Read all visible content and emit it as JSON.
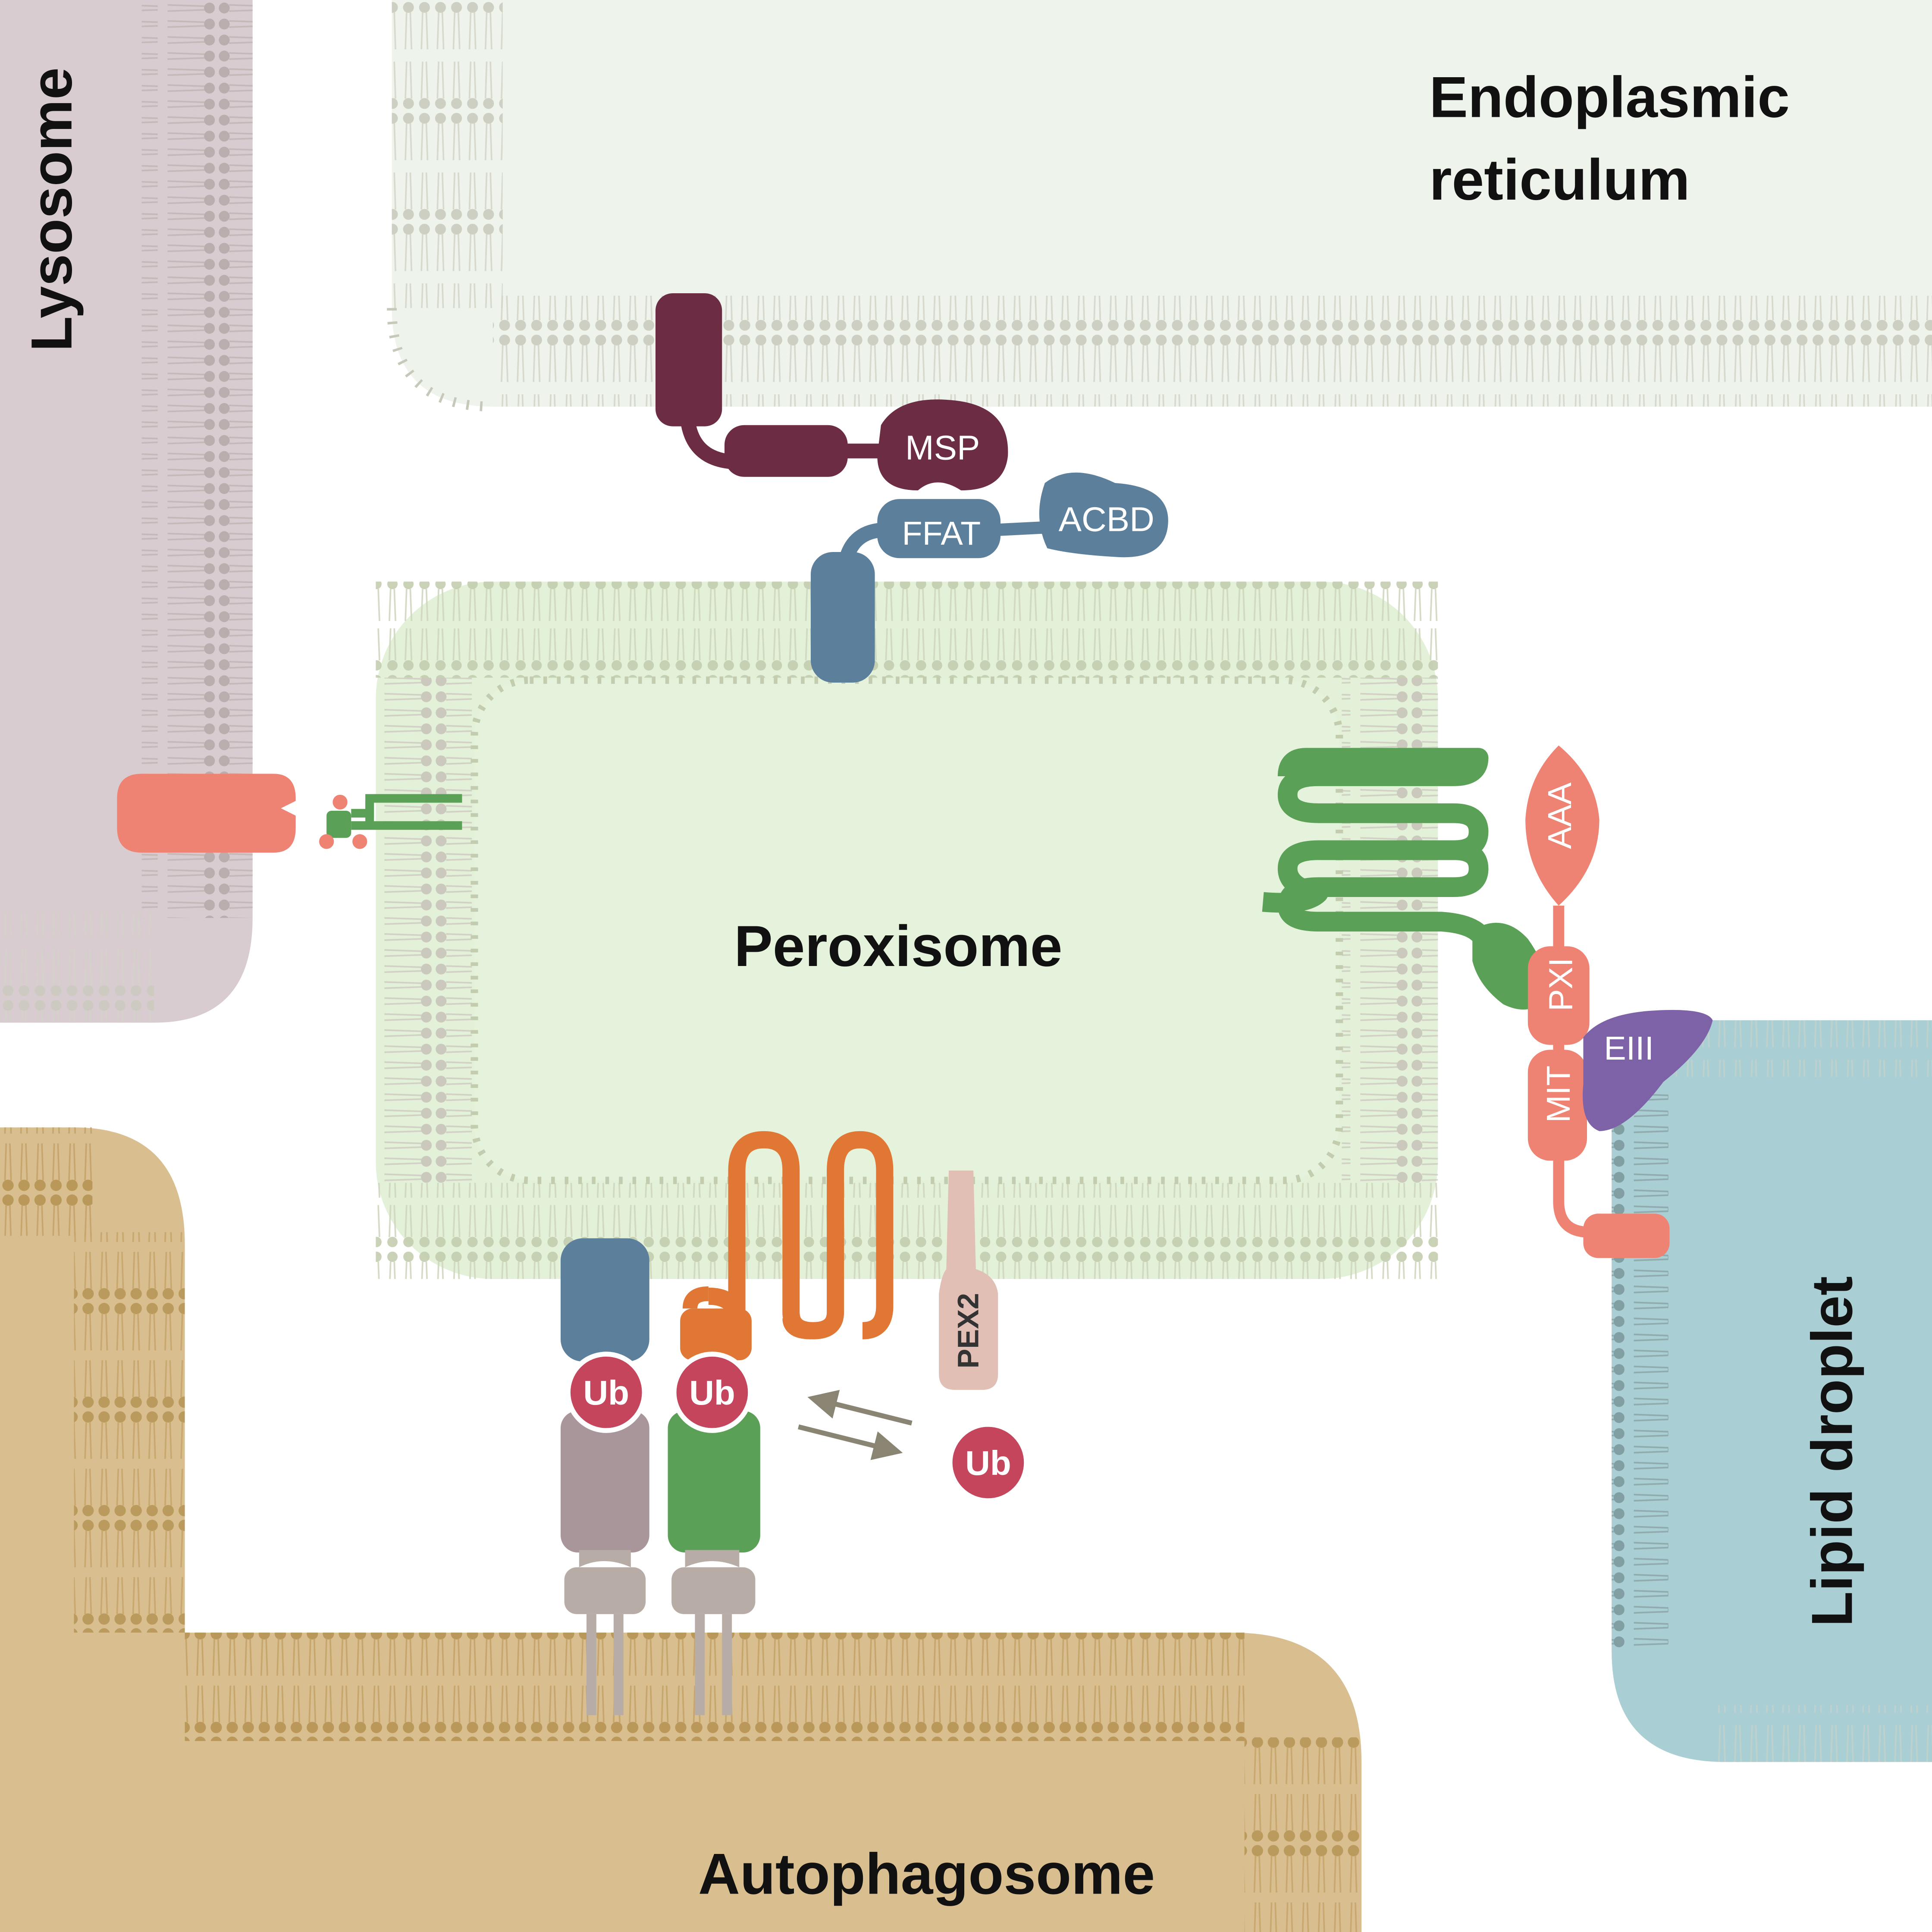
{
  "organelles": {
    "er_line1": "Endoplasmic",
    "er_line2": "reticulum",
    "lysosome": "Lysosome",
    "peroxisome": "Peroxisome",
    "lipid_droplet": "Lipid droplet",
    "autophagosome": "Autophagosome"
  },
  "proteins": {
    "msp": "MSP",
    "ffat": "FFAT",
    "acbd": "ACBD",
    "aaa": "AAA",
    "pxi": "PXI",
    "mit": "MIT",
    "eiii": "EIII",
    "pex2": "PEX2",
    "ub": "Ub"
  },
  "colors": {
    "er_fill": "#eef3ec",
    "er_membrane": "#c9cbbd",
    "lysosome_fill": "#d8ccd0",
    "lysosome_membrane": "#b7a9a9",
    "peroxisome_fill": "#e3f1d8",
    "peroxisome_membrane": "#c7d0b3",
    "lipid_fill": "#a9ced3",
    "lipid_membrane": "#7f9c9f",
    "autophagosome_fill": "#d9bf8f",
    "autophagosome_membrane": "#b89657",
    "vap_maroon": "#6b2c44",
    "acbd_blue": "#5c7f9c",
    "salmon": "#ee8373",
    "green": "#5aa157",
    "orange": "#e07734",
    "purple": "#7e62a8",
    "ub_red": "#c5455c",
    "pex2_pink": "#e2bfb4",
    "receptor_grey": "#a8969a",
    "stalk_grey": "#b8aca6",
    "arrow_grey": "#8a8472"
  }
}
